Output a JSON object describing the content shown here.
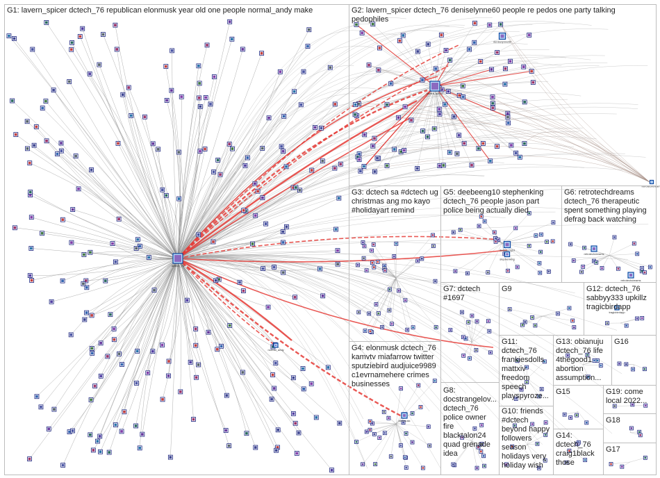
{
  "groups": [
    {
      "id": "G1",
      "label": "G1: lavern_spicer dctech_76 republican elonmusk year old one people normal_andy make"
    },
    {
      "id": "G2",
      "label": "G2: lavern_spicer dctech_76 deniselynne60 people re pedos one party talking pedophiles"
    },
    {
      "id": "G3",
      "label": "G3: dctech sa #dctech ug christmas ang mo kayo #holidayart remind"
    },
    {
      "id": "G4",
      "label": "G4: elonmusk dctech_76 kamvtv miafarrow twitter sputziebird audjuice9989 c1evrnamehere crimes businesses"
    },
    {
      "id": "G5",
      "label": "G5: deebeeng10 stephenking dctech_76 people jason part police being actually died"
    },
    {
      "id": "G6",
      "label": "G6: retrotechdreams dctech_76 therapeutic spent something playing defrag back watching"
    },
    {
      "id": "G7",
      "label": "G7: dctech #1697"
    },
    {
      "id": "G8",
      "label": "G8: docstrangelov... dctech_76 police owner fire blacktalon24 quad grenade idea"
    },
    {
      "id": "G9",
      "label": "G9"
    },
    {
      "id": "G10",
      "label": "G10: friends #dctech beyond happy followers season holidays very holiday wish"
    },
    {
      "id": "G11",
      "label": "G11: dctech_76 frankiesdolls mattxiv freedom speech playspyroze..."
    },
    {
      "id": "G12",
      "label": "G12: dctech_76 sabbyy333 upkillz tragicbirdapp"
    },
    {
      "id": "G13",
      "label": "G13: obianuju dctech_76 life 4thegood1 abortion assumption..."
    },
    {
      "id": "G14",
      "label": "G14: dctech_76 craig1black those"
    },
    {
      "id": "G15",
      "label": "G15"
    },
    {
      "id": "G16",
      "label": "G16"
    },
    {
      "id": "G17",
      "label": "G17"
    },
    {
      "id": "G18",
      "label": "G18"
    },
    {
      "id": "G19",
      "label": "G19: come local 2022..."
    }
  ],
  "hubs": {
    "dctech": "dctech_76",
    "lavern": "lavern_spicer",
    "deebee": "deebeeng10",
    "stephen": "stephenking",
    "elonmusk": "elonmusk",
    "sabbyy": "sabbyy333",
    "normal_andy": "normal_andy",
    "tragic": "tragicbirdapp",
    "retro": "retrotechdreams",
    "denise": "deniselynne60"
  },
  "colors": {
    "panel_border": "#bdbdbd",
    "gray_edge": "#8c8c8c",
    "red_edge": "#e53935",
    "node_border": "#1a237e"
  }
}
